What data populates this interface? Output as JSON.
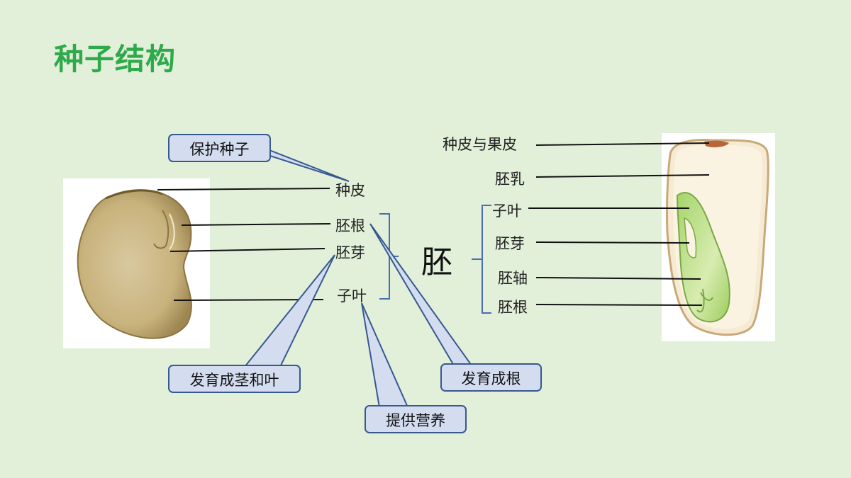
{
  "title": "种子结构",
  "bean": {
    "labels": {
      "seed_coat": "种皮",
      "radicle": "胚根",
      "plumule": "胚芽",
      "cotyledon": "子叶"
    },
    "embryo_label": "胚",
    "callouts": {
      "protect": "保护种子",
      "grow_stem_leaf": "发育成茎和叶",
      "grow_root": "发育成根",
      "nutrition": "提供营养"
    }
  },
  "corn": {
    "labels": {
      "coat_and_pericarp": "种皮与果皮",
      "endosperm": "胚乳",
      "cotyledon": "子叶",
      "plumule": "胚芽",
      "hypocotyl": "胚轴",
      "radicle": "胚根"
    }
  }
}
